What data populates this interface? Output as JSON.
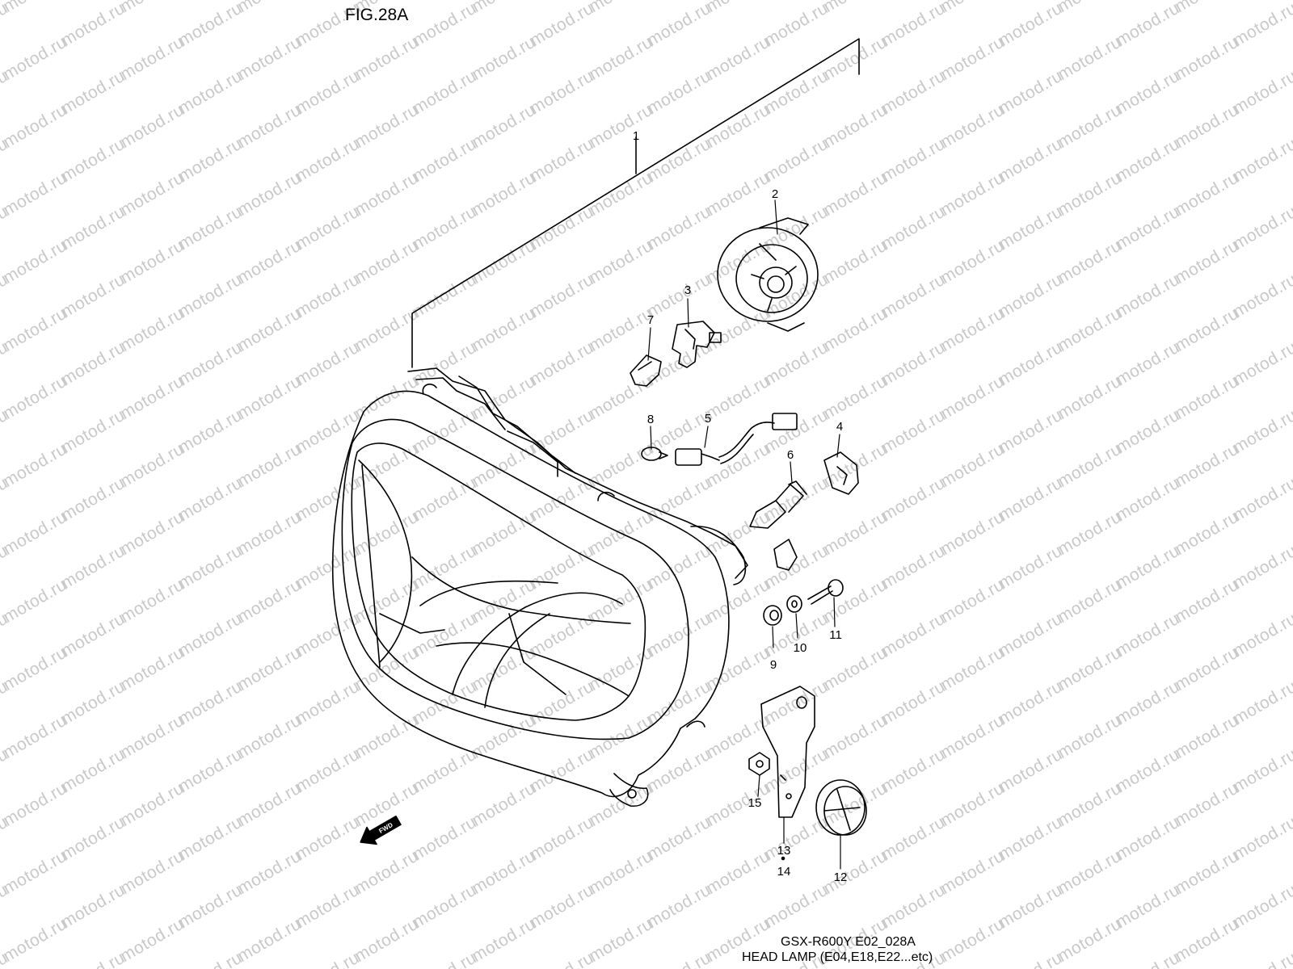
{
  "figure": {
    "title": "FIG.28A",
    "caption_model": "GSX-R600Y E02_028A",
    "caption_desc": "HEAD LAMP (E04,E18,E22...etc)",
    "fwd_label": "FWD"
  },
  "watermark": {
    "text": "motod.ru"
  },
  "parts": [
    {
      "num": "1",
      "id": "headlamp-assy"
    },
    {
      "num": "2",
      "id": "bulb-cover"
    },
    {
      "num": "3",
      "id": "bulb-socket-small"
    },
    {
      "num": "4",
      "id": "bulb-holder"
    },
    {
      "num": "5",
      "id": "position-socket"
    },
    {
      "num": "6",
      "id": "headlamp-bulb"
    },
    {
      "num": "7",
      "id": "bulb-small"
    },
    {
      "num": "8",
      "id": "wedge-bulb"
    },
    {
      "num": "9",
      "id": "cushion"
    },
    {
      "num": "10",
      "id": "washer"
    },
    {
      "num": "11",
      "id": "bolt"
    },
    {
      "num": "12",
      "id": "cap"
    },
    {
      "num": "13",
      "id": "bracket"
    },
    {
      "num": "14",
      "id": "bracket-alt"
    },
    {
      "num": "15",
      "id": "nut"
    }
  ]
}
